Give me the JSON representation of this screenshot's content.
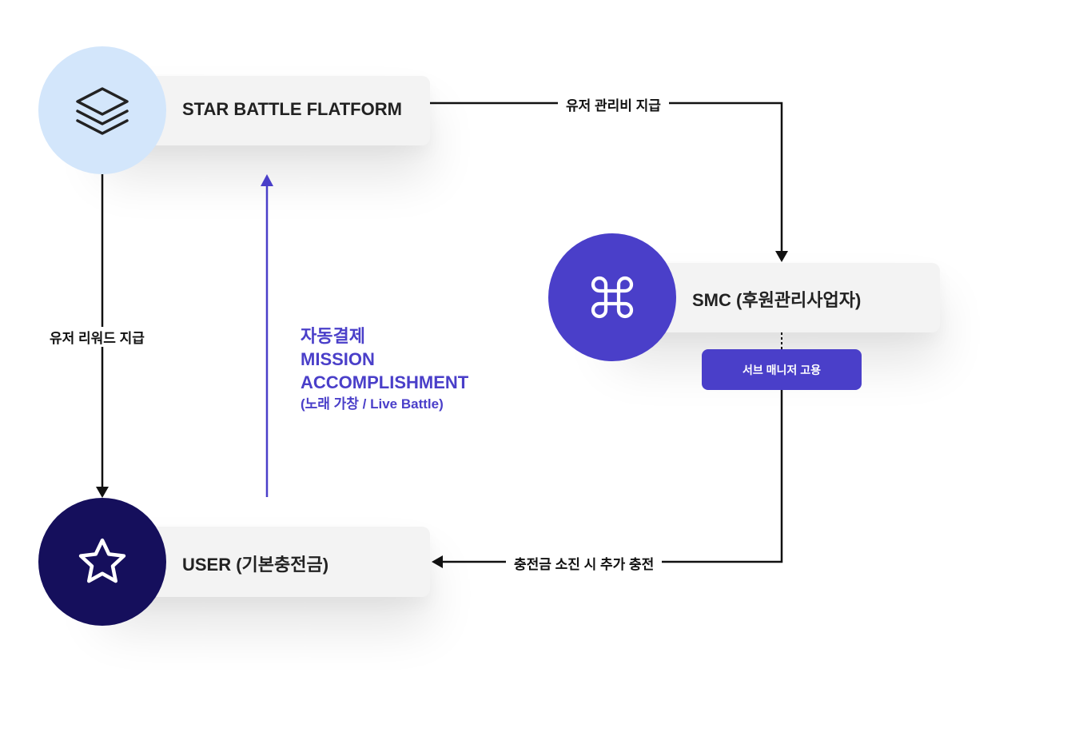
{
  "nodes": {
    "platform": {
      "label": "STAR BATTLE FLATFORM",
      "icon": "layers-icon",
      "color": "#d3e6fb"
    },
    "smc": {
      "label": "SMC (후원관리사업자)",
      "icon": "command-icon",
      "color": "#4a3fc9"
    },
    "user": {
      "label": "USER (기본충전금)",
      "icon": "star-icon",
      "color": "#150f5c"
    }
  },
  "edges": {
    "platform_to_smc": "유저 관리비 지급",
    "platform_to_user": "유저 리워드 지급",
    "smc_to_user": "충전금 소진 시 추가 충전"
  },
  "mission": {
    "line1": "자동결제",
    "line2": "MISSION",
    "line3": "ACCOMPLISHMENT",
    "line4": "(노래 가창 / Live Battle)"
  },
  "sub_manager_button": "서브 매니저 고용",
  "colors": {
    "accent": "#4a3fc9",
    "line": "#111111",
    "card": "#f3f3f3"
  }
}
